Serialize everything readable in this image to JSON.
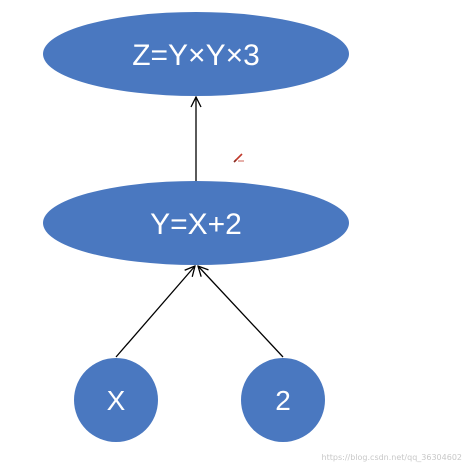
{
  "diagram": {
    "node_color": "#4a78c0",
    "edge_color": "#000000",
    "nodes": {
      "top_expression": "Z=Y×Y×3",
      "middle_expression": "Y=X+2",
      "input_x": "X",
      "input_two": "2"
    },
    "edges": [
      {
        "from": "input_x",
        "to": "middle_expression"
      },
      {
        "from": "input_two",
        "to": "middle_expression"
      },
      {
        "from": "middle_expression",
        "to": "top_expression"
      }
    ]
  },
  "watermark": {
    "text": "https://blog.csdn.net/qq_36304602"
  },
  "decorations": {
    "pen_cursor_icon": "pen-cursor-icon"
  }
}
